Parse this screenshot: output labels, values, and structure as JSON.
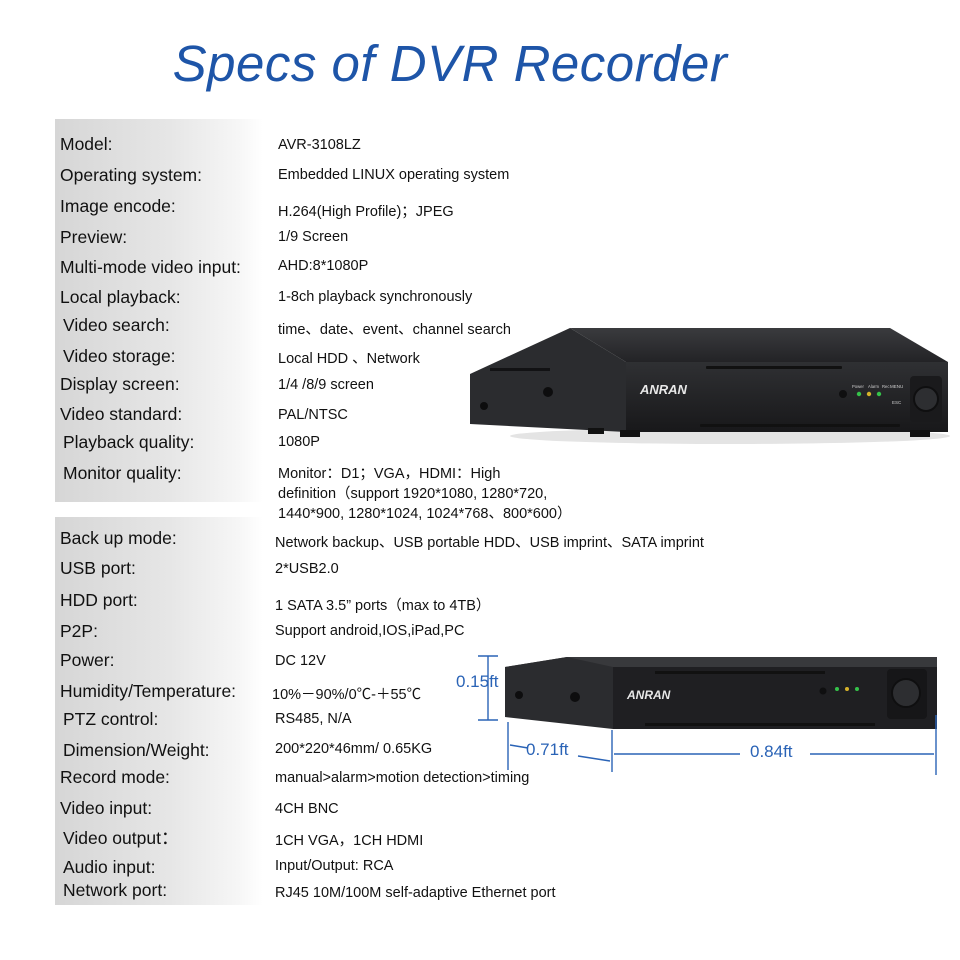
{
  "title": "Specs of DVR Recorder",
  "specs_top": [
    {
      "label": "Model:",
      "value": "AVR-3108LZ"
    },
    {
      "label": "Operating system:",
      "value": "Embedded LINUX operating system"
    },
    {
      "label": "Image encode:",
      "value": "H.264(High Profile)；JPEG"
    },
    {
      "label": "Preview:",
      "value": "1/9 Screen"
    },
    {
      "label": "Multi-mode video input:",
      "value": "AHD:8*1080P"
    },
    {
      "label": "Local playback:",
      "value": "1-8ch playback synchronously"
    },
    {
      "label": "Video search:",
      "value": "time、date、event、channel search"
    },
    {
      "label": "Video storage:",
      "value": "Local HDD 、Network"
    },
    {
      "label": "Display screen:",
      "value": "1/4 /8/9 screen"
    },
    {
      "label": "Video standard:",
      "value": "PAL/NTSC"
    },
    {
      "label": "Playback quality:",
      "value": "1080P"
    },
    {
      "label": "Monitor quality:",
      "value": "Monitor：D1；VGA，HDMI：High\ndefinition（support 1920*1080, 1280*720,\n1440*900, 1280*1024, 1024*768、800*600）"
    }
  ],
  "specs_bottom": [
    {
      "label": "Back up mode:",
      "value": "Network backup、USB portable HDD、USB imprint、SATA imprint"
    },
    {
      "label": "USB port:",
      "value": "2*USB2.0"
    },
    {
      "label": "HDD port:",
      "value": "1 SATA 3.5” ports（max to 4TB）"
    },
    {
      "label": "P2P:",
      "value": "Support android,IOS,iPad,PC"
    },
    {
      "label": "Power:",
      "value": "DC 12V"
    },
    {
      "label": "Humidity/Temperature:",
      "value": "10%－90%/0℃-＋55℃"
    },
    {
      "label": "PTZ control:",
      "value": "RS485, N/A"
    },
    {
      "label": "Dimension/Weight:",
      "value": "200*220*46mm/ 0.65KG"
    },
    {
      "label": "Record mode:",
      "value": "manual>alarm>motion detection>timing"
    },
    {
      "label": "Video input:",
      "value": "4CH BNC"
    },
    {
      "label": "Video output：",
      "value": "1CH VGA，1CH HDMI"
    },
    {
      "label": "Audio input:",
      "value": "Input/Output: RCA"
    },
    {
      "label": "Network port:",
      "value": "RJ45 10M/100M self-adaptive Ethernet port"
    }
  ],
  "device": {
    "brand_logo": "ANRAN",
    "front_labels": {
      "power": "Power",
      "alarm": "Alarm",
      "rec": "Rec",
      "menu": "MENU",
      "esc": "ESC"
    }
  },
  "dimensions": {
    "height": "0.15ft",
    "depth": "0.71ft",
    "width": "0.84ft"
  },
  "colors": {
    "title": "#1e55a8",
    "dimension": "#2a63b6",
    "panel": "#dcdcdc",
    "device": "#2b2b2d"
  }
}
